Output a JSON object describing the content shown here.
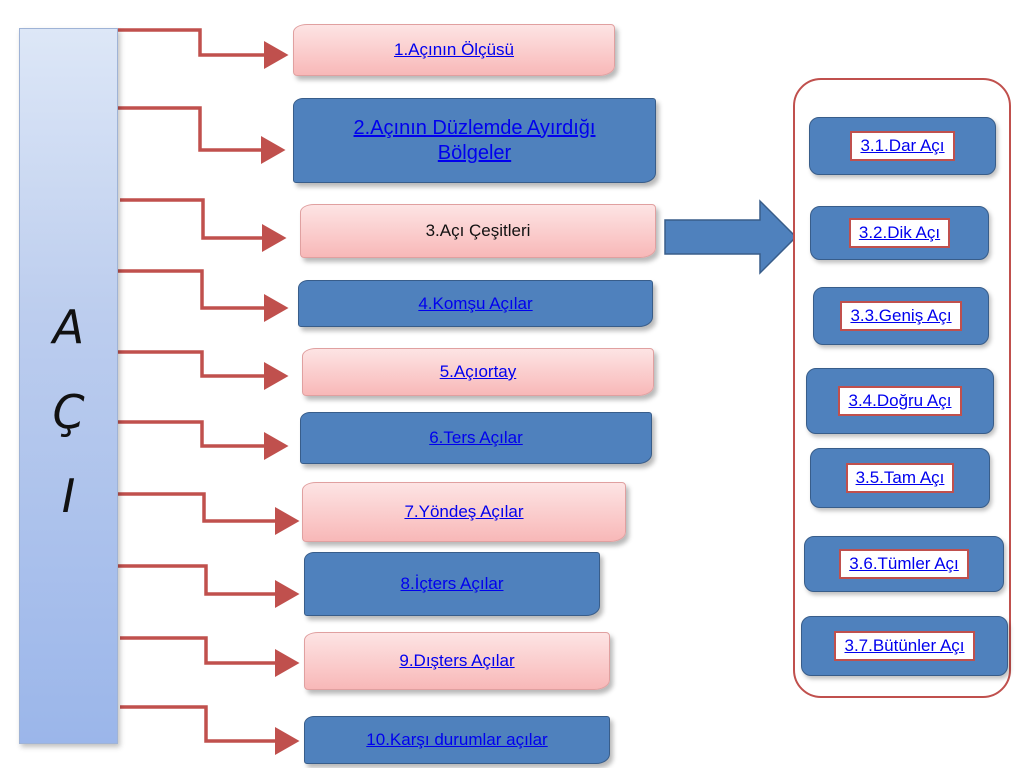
{
  "sidebar": {
    "letters": [
      "A",
      "Ç",
      "I"
    ]
  },
  "topics": [
    {
      "label": "1.Açının Ölçüsü",
      "linked": true
    },
    {
      "label": "2.Açının Düzlemde Ayırdığı Bölgeler",
      "linked": true
    },
    {
      "label": "3.Açı Çeşitleri",
      "linked": false
    },
    {
      "label": "4.Komşu Açılar",
      "linked": true
    },
    {
      "label": "5.Açıortay",
      "linked": true
    },
    {
      "label": "6.Ters Açılar",
      "linked": true
    },
    {
      "label": "7.Yöndeş Açılar",
      "linked": true
    },
    {
      "label": "8.İçters Açılar",
      "linked": true
    },
    {
      "label": "9.Dışters Açılar",
      "linked": true
    },
    {
      "label": "10.Karşı durumlar açılar",
      "linked": true
    }
  ],
  "subtypes": [
    {
      "label": "3.1.Dar Açı"
    },
    {
      "label": "3.2.Dik Açı"
    },
    {
      "label": "3.3.Geniş Açı"
    },
    {
      "label": "3.4.Doğru Açı"
    },
    {
      "label": "3.5.Tam Açı"
    },
    {
      "label": "3.6.Tümler Açı"
    },
    {
      "label": "3.7.Bütünler Açı"
    }
  ],
  "colors": {
    "connector": "#c0504d",
    "arrow_fill": "#4f81bd",
    "pink_shape": "#f8b8b8",
    "blue_shape": "#4f81bd",
    "link": "#0000ee"
  }
}
